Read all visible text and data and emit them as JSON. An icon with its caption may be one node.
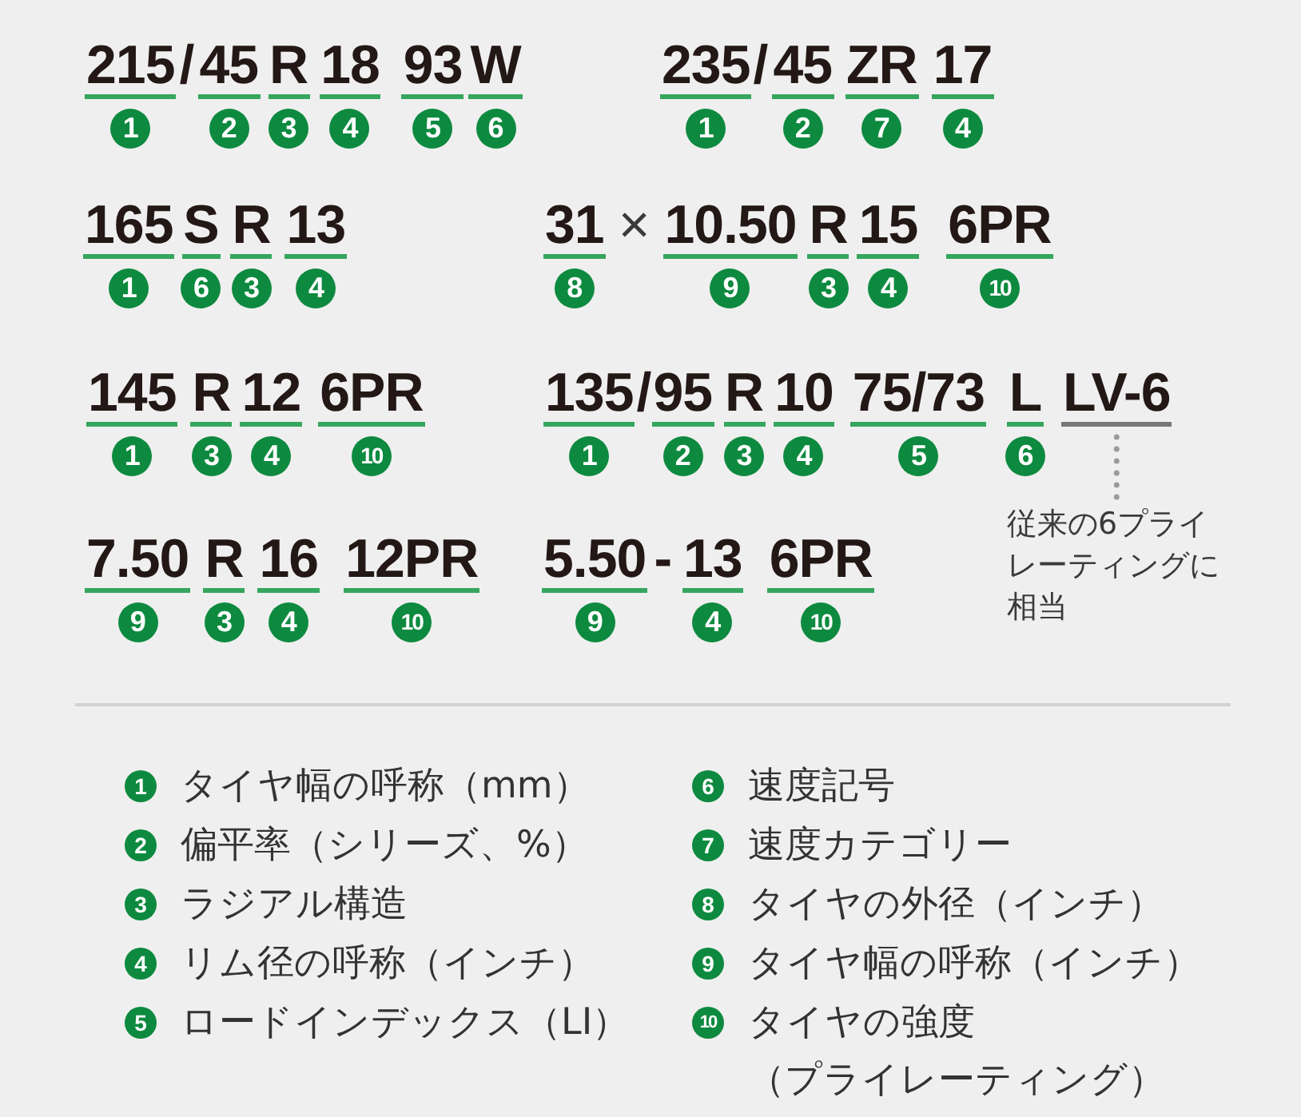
{
  "diagram": {
    "nodes": [
      {
        "text": [
          "1"
        ],
        "beside": [
          "215"
        ]
      },
      {
        "text": [
          "2"
        ],
        "beside": [
          "45"
        ]
      },
      {
        "text": [
          "3"
        ],
        "beside": [
          "R"
        ]
      },
      {
        "text": [
          "4"
        ],
        "beside": [
          "18"
        ]
      },
      {
        "text": [
          "5"
        ],
        "beside": [
          "93"
        ]
      },
      {
        "text": [
          "6"
        ],
        "beside": [
          "W"
        ]
      },
      {
        "text": [
          "1"
        ],
        "beside": [
          "235"
        ]
      },
      {
        "text": [
          "2"
        ],
        "beside": [
          "45"
        ]
      },
      {
        "text": [
          "7"
        ],
        "beside": [
          "ZR"
        ]
      },
      {
        "text": [
          "4"
        ],
        "beside": [
          "17"
        ]
      },
      {
        "text": [
          "1"
        ],
        "beside": [
          "165"
        ]
      },
      {
        "text": [
          "6"
        ],
        "beside": [
          "S"
        ]
      },
      {
        "text": [
          "3"
        ],
        "beside": [
          "R"
        ]
      },
      {
        "text": [
          "4"
        ],
        "beside": [
          "13"
        ]
      },
      {
        "text": [
          "8"
        ],
        "beside": [
          "31"
        ]
      },
      {
        "text": [
          "9"
        ],
        "beside": [
          "10.50"
        ]
      },
      {
        "text": [
          "3"
        ],
        "beside": [
          "R"
        ]
      },
      {
        "text": [
          "4"
        ],
        "beside": [
          "15"
        ]
      },
      {
        "text": [
          "10"
        ],
        "beside": [
          "6PR"
        ]
      },
      {
        "text": [
          "1"
        ],
        "beside": [
          "145"
        ]
      },
      {
        "text": [
          "3"
        ],
        "beside": [
          "R"
        ]
      },
      {
        "text": [
          "4"
        ],
        "beside": [
          "12"
        ]
      },
      {
        "text": [
          "10"
        ],
        "beside": [
          "6PR"
        ]
      },
      {
        "text": [
          "1"
        ],
        "beside": [
          "135"
        ]
      },
      {
        "text": [
          "2"
        ],
        "beside": [
          "95"
        ]
      },
      {
        "text": [
          "3"
        ],
        "beside": [
          "R"
        ]
      },
      {
        "text": [
          "4"
        ],
        "beside": [
          "10"
        ]
      },
      {
        "text": [
          "5"
        ],
        "beside": [
          "75/73"
        ]
      },
      {
        "text": [
          "6"
        ],
        "beside": [
          "L"
        ]
      },
      {
        "text": [
          "LV-6"
        ]
      },
      {
        "text": [
          "従来の6プライレーティングに相当"
        ]
      },
      {
        "text": [
          "9"
        ],
        "beside": [
          "7.50"
        ]
      },
      {
        "text": [
          "3"
        ],
        "beside": [
          "R"
        ]
      },
      {
        "text": [
          "4"
        ],
        "beside": [
          "16"
        ]
      },
      {
        "text": [
          "10"
        ],
        "beside": [
          "12PR"
        ]
      },
      {
        "text": [
          "9"
        ],
        "beside": [
          "5.50"
        ]
      },
      {
        "text": [
          "4"
        ],
        "beside": [
          "13"
        ]
      },
      {
        "text": [
          "10"
        ],
        "beside": [
          "6PR"
        ]
      },
      {
        "text": [
          "1"
        ],
        "beside": [
          "タイヤ幅の呼称（mm）"
        ]
      },
      {
        "text": [
          "2"
        ],
        "beside": [
          "偏平率（シリーズ、%）"
        ]
      },
      {
        "text": [
          "3"
        ],
        "beside": [
          "ラジアル構造"
        ]
      },
      {
        "text": [
          "4"
        ],
        "beside": [
          "リム径の呼称（インチ）"
        ]
      },
      {
        "text": [
          "5"
        ],
        "beside": [
          "ロードインデックス（LI）"
        ]
      },
      {
        "text": [
          "6"
        ],
        "beside": [
          "速度記号"
        ]
      },
      {
        "text": [
          "7"
        ],
        "beside": [
          "速度カテゴリー"
        ]
      },
      {
        "text": [
          "8"
        ],
        "beside": [
          "タイヤの外径（インチ）"
        ]
      },
      {
        "text": [
          "9"
        ],
        "beside": [
          "タイヤ幅の呼称（インチ）"
        ]
      },
      {
        "text": [
          "10"
        ],
        "beside": [
          "タイヤの強度（プライレーティング）"
        ]
      }
    ],
    "edges": [
      {
        "from": 30,
        "to": 29,
        "arrow": "none",
        "style": "dashed"
      }
    ],
    "labels": [
      "/",
      "/",
      "×",
      "/",
      "-"
    ]
  }
}
